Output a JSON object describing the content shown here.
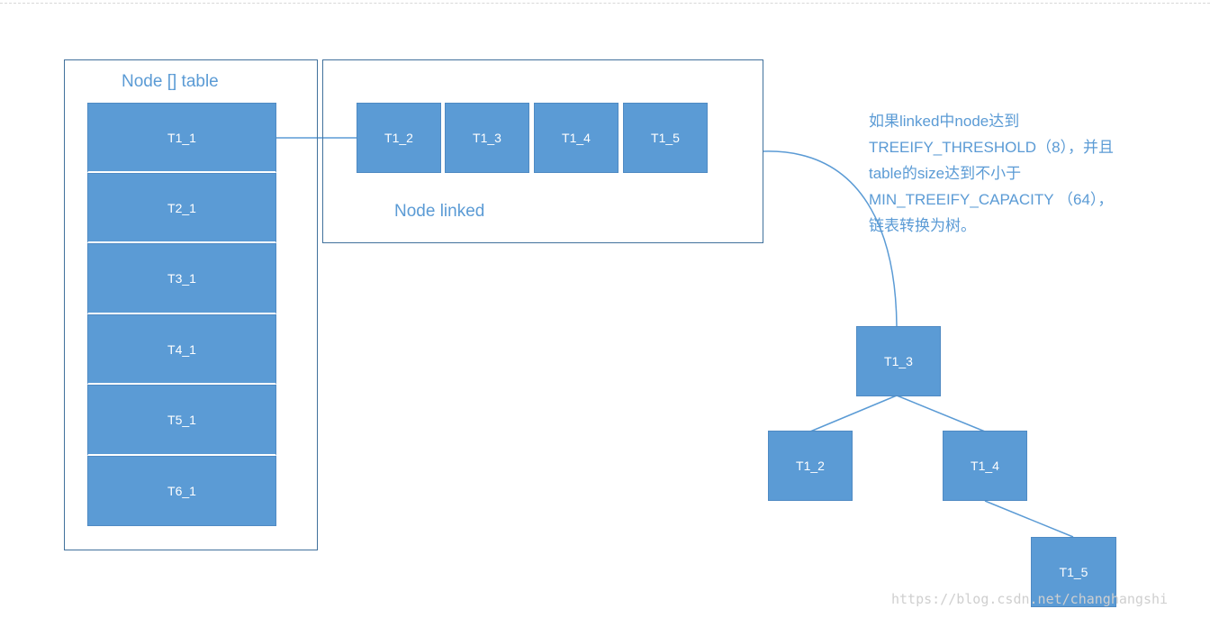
{
  "table": {
    "title": "Node [] table",
    "cells": [
      "T1_1",
      "T2_1",
      "T3_1",
      "T4_1",
      "T5_1",
      "T6_1"
    ]
  },
  "linked": {
    "title": "Node linked",
    "nodes": [
      "T1_2",
      "T1_3",
      "T1_4",
      "T1_5"
    ]
  },
  "note": {
    "lines": [
      "如果linked中node达到",
      "TREEIFY_THRESHOLD（8），并且",
      "table的size达到不小于",
      "MIN_TREEIFY_CAPACITY （64），",
      "链表转换为树。"
    ]
  },
  "tree": {
    "root": "T1_3",
    "left": "T1_2",
    "right": "T1_4",
    "right_right": "T1_5"
  },
  "watermark": "https://blog.csdn.net/changhangshi",
  "colors": {
    "node_fill": "#5b9bd5",
    "frame_border": "#41719c",
    "label_text": "#5b9bd5",
    "node_text": "#ffffff"
  }
}
